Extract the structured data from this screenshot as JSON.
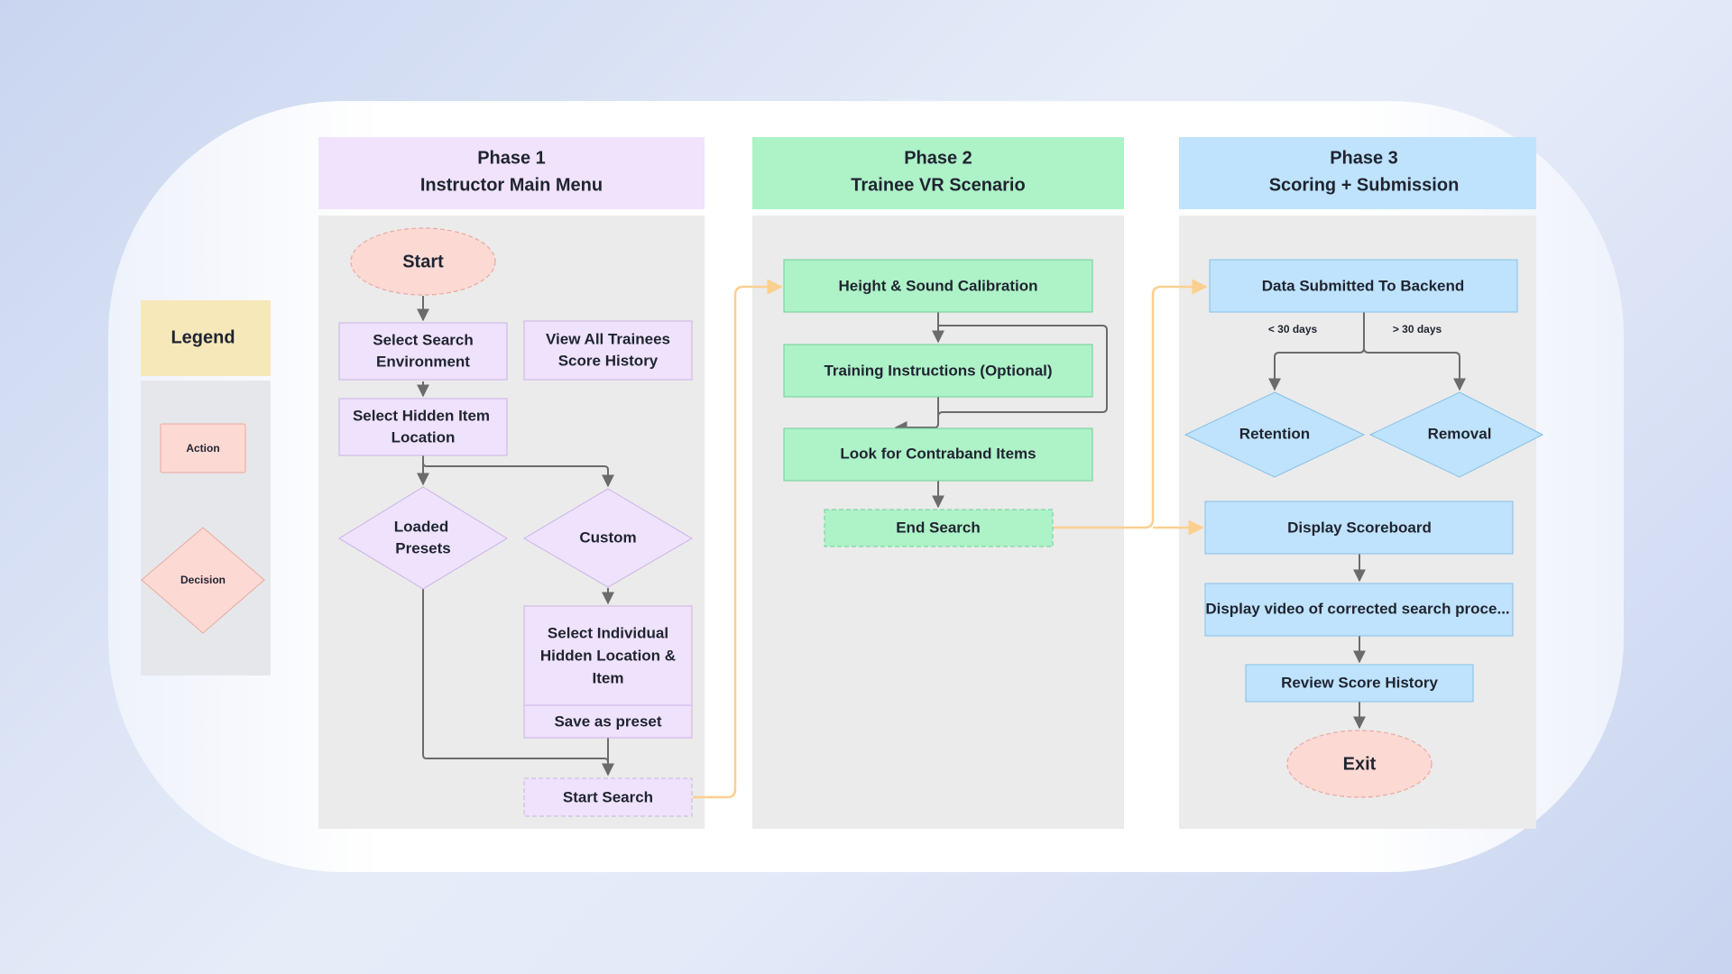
{
  "legend": {
    "title": "Legend",
    "action_label": "Action",
    "decision_label": "Decision"
  },
  "phases": [
    {
      "id": "phase1",
      "title": "Phase 1",
      "subtitle": "Instructor Main Menu"
    },
    {
      "id": "phase2",
      "title": "Phase 2",
      "subtitle": "Trainee VR Scenario"
    },
    {
      "id": "phase3",
      "title": "Phase 3",
      "subtitle": "Scoring + Submission"
    }
  ],
  "nodes": {
    "start": "Start",
    "select_env_1": "Select Search",
    "select_env_2": "Environment",
    "view_trainees_1": "View All Trainees",
    "view_trainees_2": "Score History",
    "hidden_item_1": "Select Hidden Item",
    "hidden_item_2": "Location",
    "loaded_presets_1": "Loaded",
    "loaded_presets_2": "Presets",
    "custom": "Custom",
    "individual_1": "Select Individual",
    "individual_2": "Hidden Location &",
    "individual_3": "Item",
    "save_preset": "Save as preset",
    "start_search": "Start Search",
    "calibration": "Height & Sound Calibration",
    "training": "Training Instructions (Optional)",
    "contraband": "Look for Contraband Items",
    "end_search": "End Search",
    "data_submitted": "Data Submitted To Backend",
    "less_30": "< 30 days",
    "more_30": "> 30 days",
    "retention": "Retention",
    "removal": "Removal",
    "scoreboard": "Display Scoreboard",
    "video": "Display video of corrected search proce...",
    "review": "Review Score History",
    "exit": "Exit"
  },
  "colors": {
    "purple_fill": "#efe2fc",
    "purple_header": "#f0e3fb",
    "green_fill": "#aef2c8",
    "blue_fill": "#bfe3fc",
    "pink_fill": "#fdd9d4",
    "legend_header": "#f7e8ba",
    "lane_bg": "#ebebeb",
    "connector": "#6b6b6b",
    "phase_link": "#fbcf8f"
  }
}
